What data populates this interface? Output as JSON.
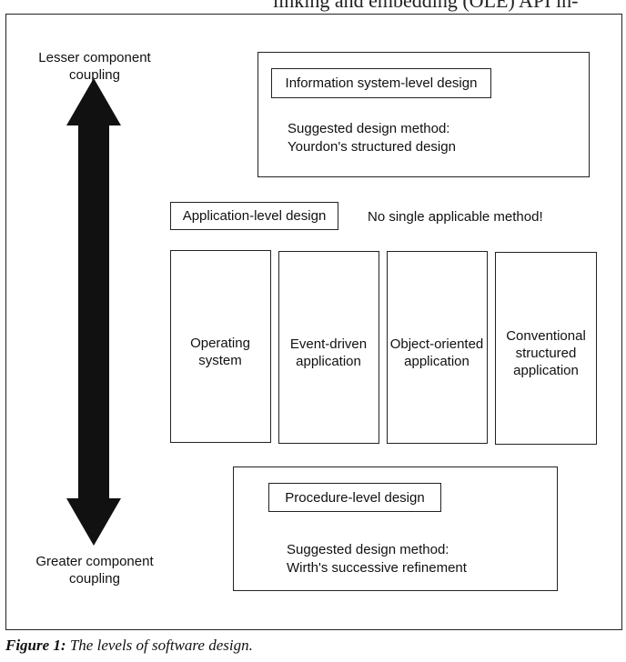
{
  "top_cut_text": "linking and embedding (OLE) API in-",
  "axis": {
    "top_label": "Lesser component coupling",
    "bottom_label": "Greater component coupling"
  },
  "information_level": {
    "title": "Information system-level design",
    "method_label": "Suggested design method:",
    "method": "Yourdon's structured design"
  },
  "application_level": {
    "title": "Application-level design",
    "note": "No single applicable method!",
    "categories": [
      "Operating system",
      "Event-driven application",
      "Object-oriented application",
      "Conventional structured application"
    ]
  },
  "procedure_level": {
    "title": "Procedure-level design",
    "method_label": "Suggested design method:",
    "method": "Wirth's successive refinement"
  },
  "caption": {
    "label": "Figure 1:",
    "text": "The levels of software design."
  }
}
